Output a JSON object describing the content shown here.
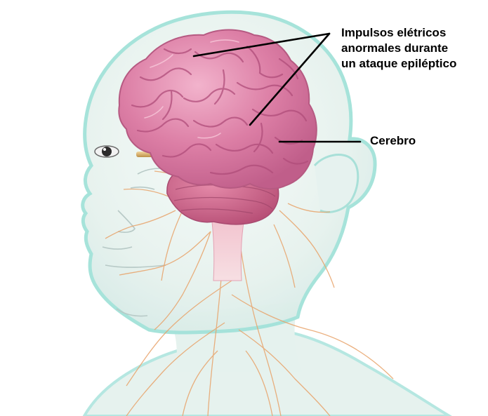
{
  "diagram": {
    "labels": {
      "impulses": {
        "lines": [
          "Impulsos elétricos",
          "anormales durante",
          "un ataque epiléptico"
        ]
      },
      "brain": {
        "text": "Cerebro"
      }
    },
    "colors": {
      "brain": "#d9789f",
      "brain_highlight": "#eea7c3",
      "brain_fold": "#b64f7d",
      "head_fill": "#e7f3f0",
      "head_outline": "#9fe0d8",
      "nerves": "#e8a36a",
      "leader_line": "#000000",
      "label_text": "#000000"
    }
  }
}
